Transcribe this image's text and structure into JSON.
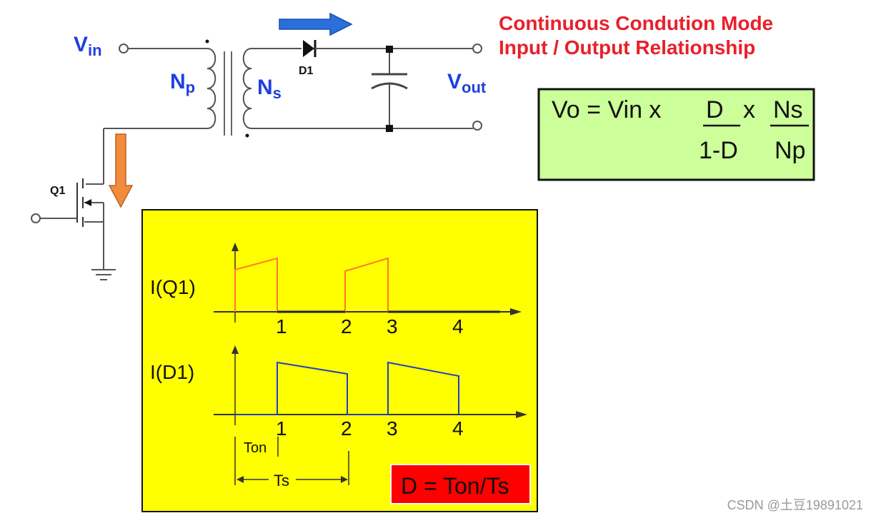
{
  "title": {
    "line1": "Continuous Condution Mode",
    "line2": "Input / Output Relationship"
  },
  "labels": {
    "vin_main": "V",
    "vin_sub": "in",
    "np_main": "N",
    "np_sub": "p",
    "ns_main": "N",
    "ns_sub": "s",
    "vout_main": "V",
    "vout_sub": "out",
    "d1": "D1",
    "q1": "Q1"
  },
  "formula": {
    "lhs": "Vo = Vin  x",
    "num1": "D",
    "op": "x",
    "num2": "Ns",
    "den1": "1-D",
    "den2": "Np"
  },
  "waveforms": {
    "iq1_label": "I(Q1)",
    "id1_label": "I(D1)",
    "ticks": [
      "1",
      "2",
      "3",
      "4"
    ],
    "ton": "Ton",
    "ts": "Ts",
    "duty": "D = Ton/Ts"
  },
  "watermark": "CSDN @土豆19891021",
  "colors": {
    "label_blue": "#1f3fe0",
    "title_red": "#e8202a",
    "formula_bg": "#ccff99",
    "panel_bg": "#ffff00",
    "duty_bg": "#ff0000",
    "iq1_trace": "#ff7a2a",
    "id1_trace": "#2040c0",
    "arrow_blue": "#2a6fdc",
    "arrow_orange": "#f08c3c"
  }
}
